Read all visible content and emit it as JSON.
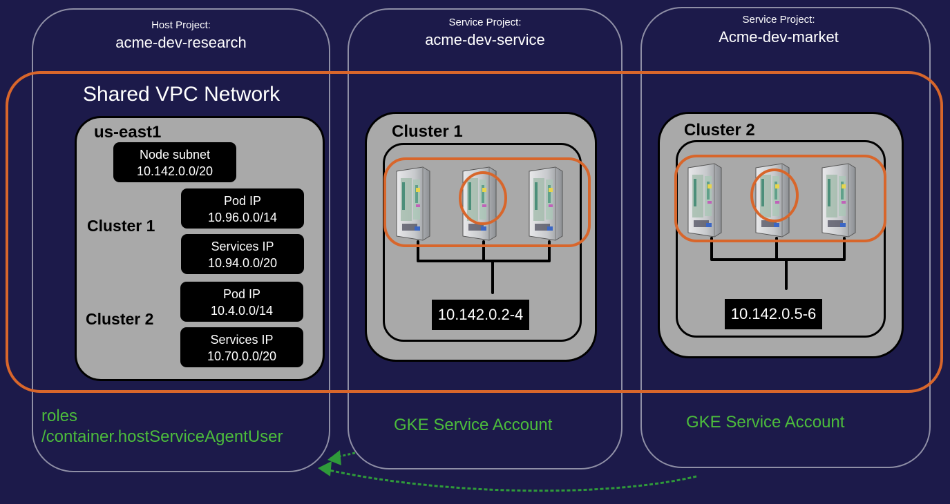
{
  "projects": [
    {
      "kind": "Host Project:",
      "name": "acme-dev-research"
    },
    {
      "kind": "Service Project:",
      "name": "acme-dev-service"
    },
    {
      "kind": "Service Project:",
      "name": "Acme-dev-market"
    }
  ],
  "vpc": {
    "title": "Shared VPC Network"
  },
  "region": {
    "name": "us-east1",
    "node_subnet": {
      "label": "Node subnet",
      "cidr": "10.142.0.0/20"
    },
    "clusters": [
      {
        "name": "Cluster 1",
        "pod": {
          "label": "Pod IP",
          "cidr": "10.96.0.0/14"
        },
        "services": {
          "label": "Services IP",
          "cidr": "10.94.0.0/20"
        }
      },
      {
        "name": "Cluster 2",
        "pod": {
          "label": "Pod IP",
          "cidr": "10.4.0.0/14"
        },
        "services": {
          "label": "Services IP",
          "cidr": "10.70.0.0/20"
        }
      }
    ]
  },
  "gke_clusters": [
    {
      "name": "Cluster 1",
      "node_ips": "10.142.0.2-4"
    },
    {
      "name": "Cluster 2",
      "node_ips": "10.142.0.5-6"
    }
  ],
  "roles": {
    "line1": "roles",
    "line2": "/container.hostServiceAgentUser"
  },
  "service_accounts": [
    "GKE Service Account",
    "GKE Service Account"
  ],
  "colors": {
    "background": "#1c1a4a",
    "vpc_border": "#d8662b",
    "project_border": "#8f8fa6",
    "green_text": "#4cbc3c",
    "card_gray": "#a9a9a9"
  }
}
